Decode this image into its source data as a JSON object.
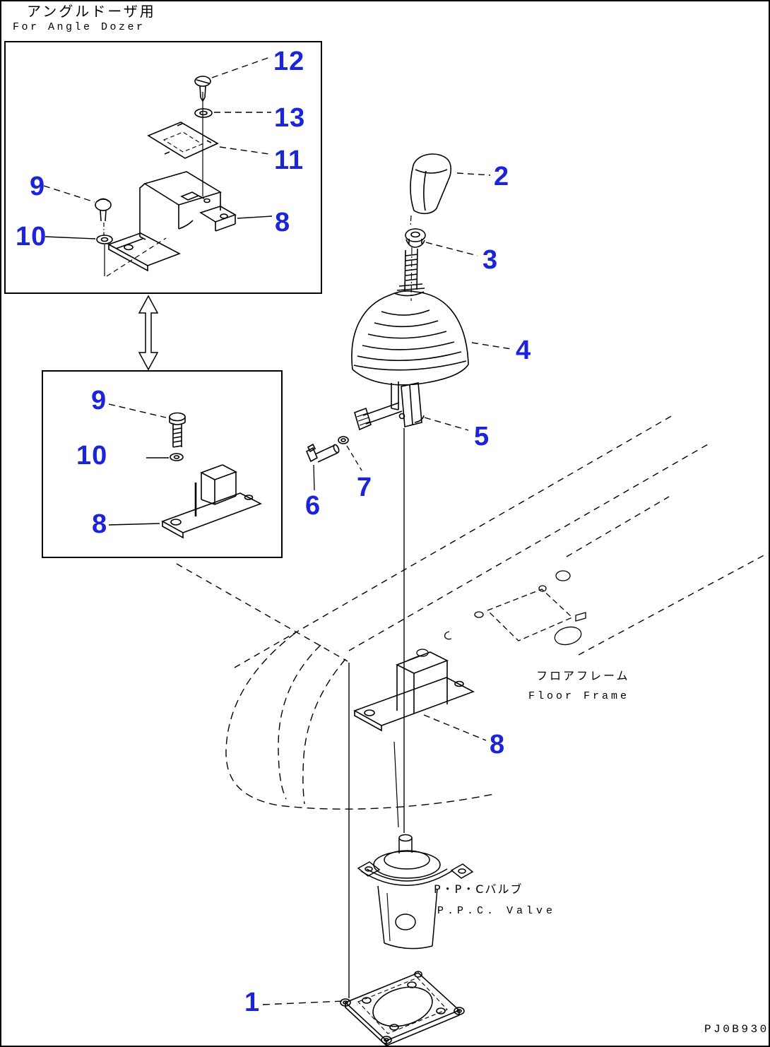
{
  "header": {
    "title_jp": "アングルドーザ用",
    "title_en": "For Angle Dozer"
  },
  "annotations": {
    "floor_frame": {
      "jp": "フロアフレーム",
      "en": "Floor Frame"
    },
    "ppc_valve": {
      "jp": "P・P・Cバルブ",
      "en": "P.P.C. Valve"
    }
  },
  "drawing_number": "PJ0B930",
  "callouts": [
    "12",
    "13",
    "11",
    "9",
    "10",
    "8",
    "9",
    "10",
    "8",
    "2",
    "3",
    "4",
    "5",
    "6",
    "7",
    "8",
    "1"
  ],
  "colors": {
    "callout": "#1b24d8",
    "line": "#000000",
    "background": "#ffffff"
  }
}
